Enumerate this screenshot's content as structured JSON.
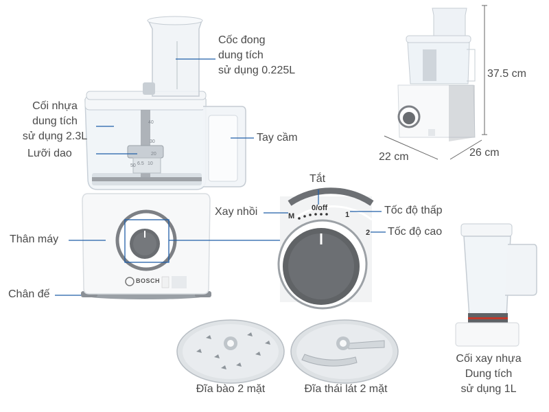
{
  "labels": {
    "measuring_cup": [
      "Cốc đong",
      "dung tích",
      "sử dụng 0.225L"
    ],
    "bowl": [
      "Cối nhựa",
      "dung tích",
      "sử dụng 2.3L"
    ],
    "blade": "Lưỡi dao",
    "handle": "Tay cầm",
    "body": "Thân máy",
    "base": "Chân đế",
    "pulse": "Xay nhồi",
    "off": "Tắt",
    "low_speed": "Tốc độ thấp",
    "high_speed": "Tốc độ cao",
    "grating_disc": "Đĩa bào 2 mặt",
    "slicing_disc": "Đĩa thái lát 2 mặt",
    "blender_jar": [
      "Cối xay nhựa",
      "Dung tích",
      "sử dụng 1L"
    ]
  },
  "dimensions": {
    "height": "37.5 cm",
    "width": "22 cm",
    "depth": "26 cm"
  },
  "dial": {
    "pulse": "M",
    "off": "0/off",
    "speed_1": "1",
    "speed_2": "2"
  },
  "brand": "BOSCH",
  "bowl_scale": [
    "40",
    "30",
    "20",
    "10",
    "50",
    "6.5"
  ],
  "colors": {
    "line": "#1f5ea8",
    "text": "#4a4a4a",
    "dial_dark": "#5f6164",
    "dial_ring": "#7d8085"
  }
}
